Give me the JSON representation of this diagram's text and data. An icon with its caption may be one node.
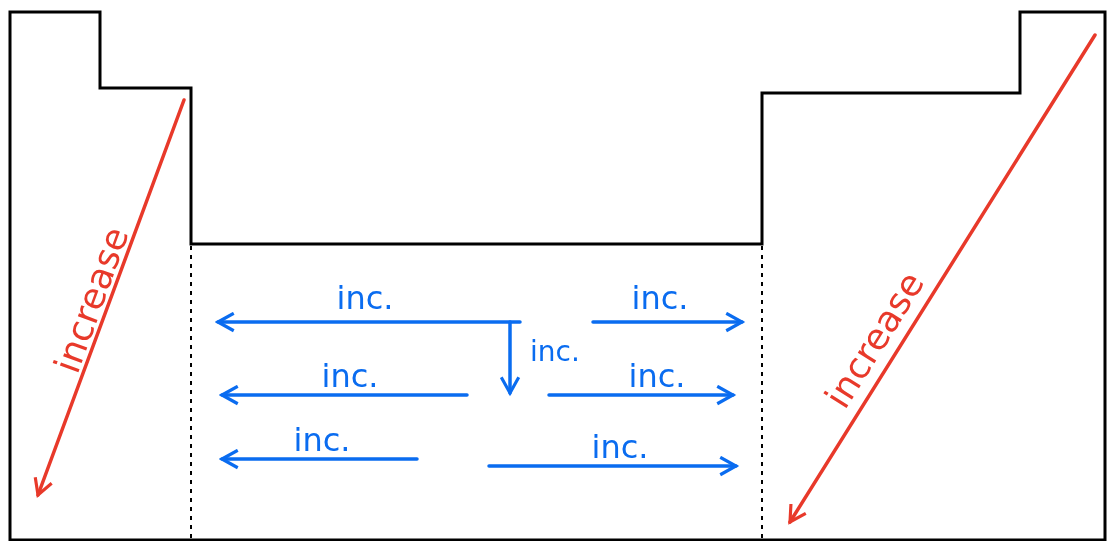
{
  "diagram": {
    "labels": [
      "increase",
      "inc.",
      "inc.",
      "inc.",
      "inc.",
      "inc.",
      "inc.",
      "inc.",
      "increase"
    ]
  }
}
